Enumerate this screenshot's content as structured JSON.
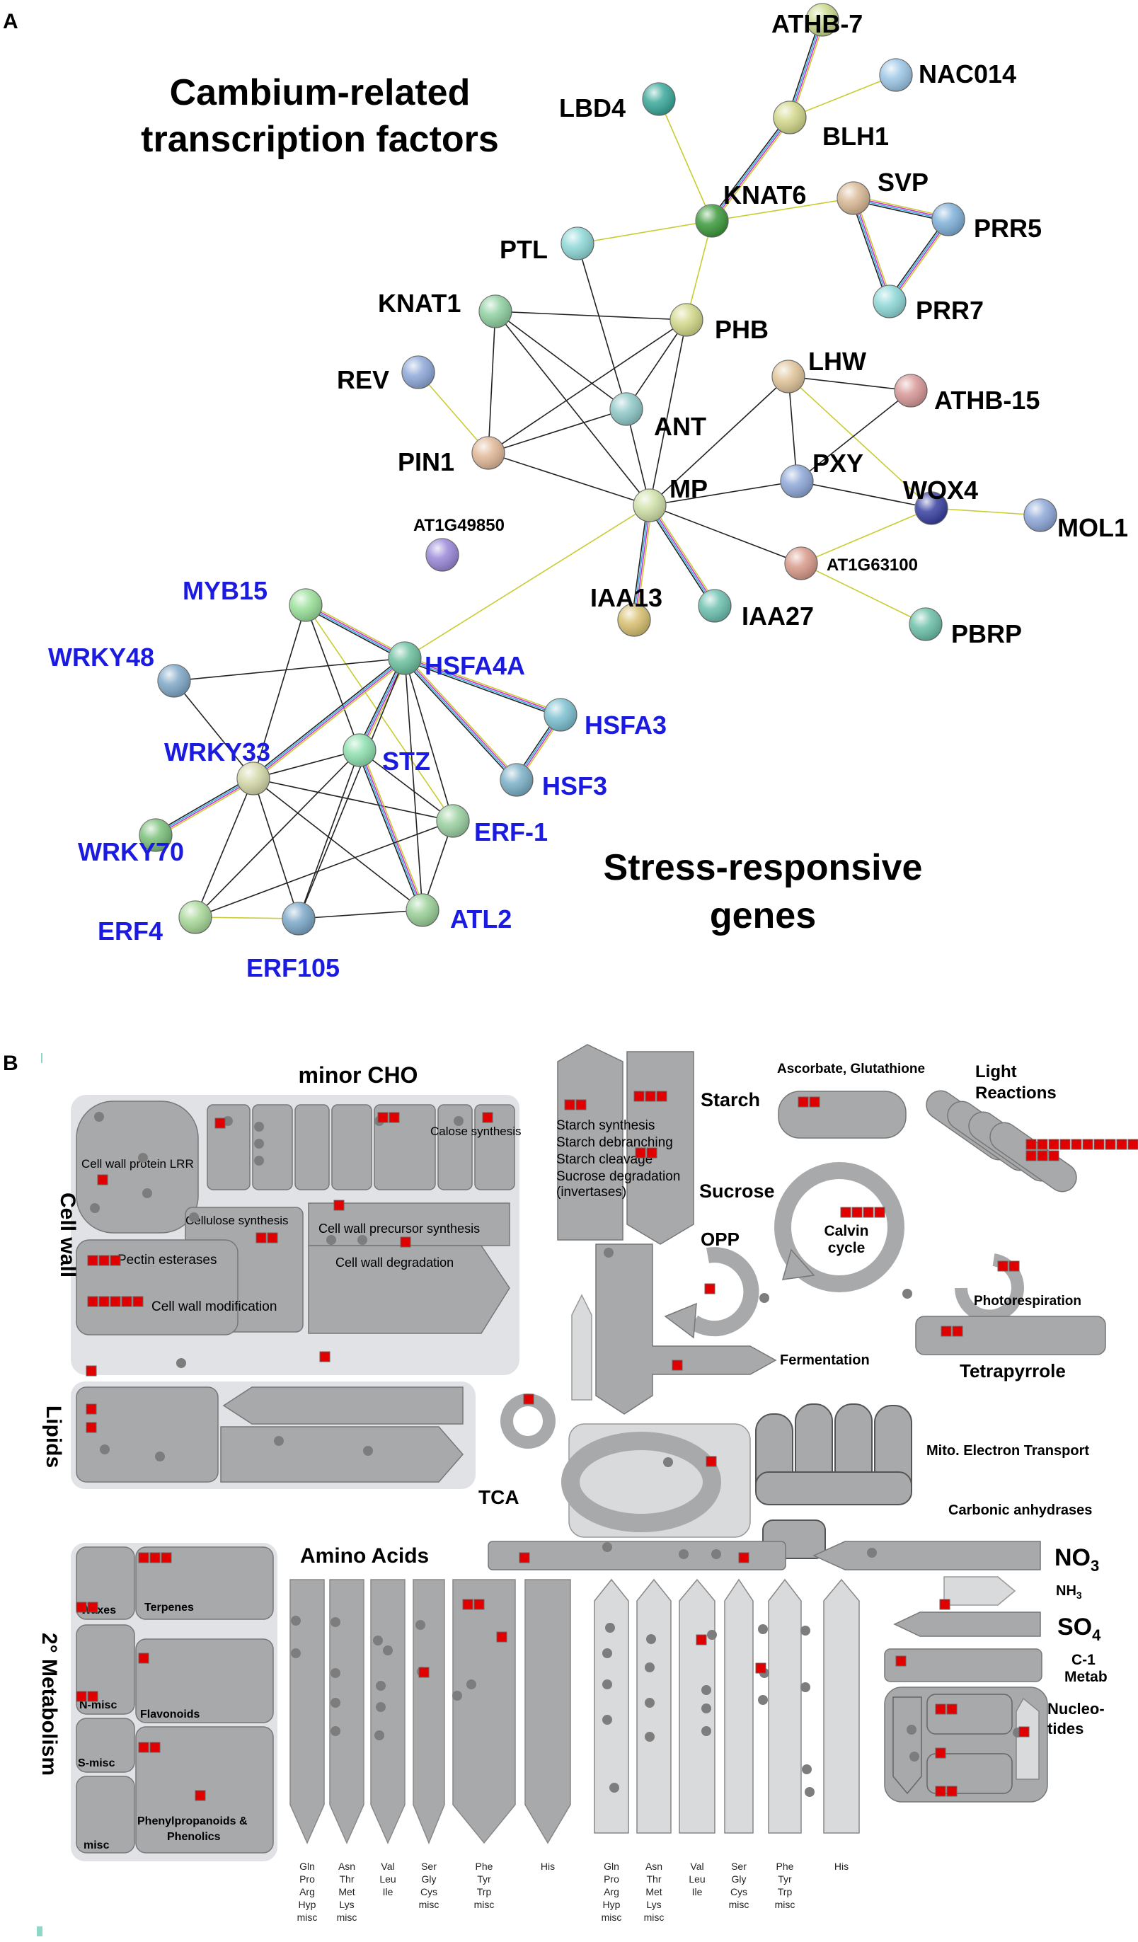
{
  "panel_a": {
    "label": "A",
    "group_titles": {
      "cambium": [
        "Cambium-related",
        "transcription factors"
      ],
      "stress": [
        "Stress-responsive",
        "genes"
      ]
    },
    "nodes": [
      {
        "id": "ATHB-7",
        "label": "ATHB-7",
        "color": "#c8d88a"
      },
      {
        "id": "NAC014",
        "label": "NAC014",
        "color": "#9cc6e6"
      },
      {
        "id": "LBD4",
        "label": "LBD4",
        "color": "#3aa89a"
      },
      {
        "id": "BLH1",
        "label": "BLH1",
        "color": "#d2d78a"
      },
      {
        "id": "KNAT6",
        "label": "KNAT6",
        "color": "#3c9a3c"
      },
      {
        "id": "SVP",
        "label": "SVP",
        "color": "#d8b894"
      },
      {
        "id": "PRR5",
        "label": "PRR5",
        "color": "#7fb0d8"
      },
      {
        "id": "PTL",
        "label": "PTL",
        "color": "#8fd8d8"
      },
      {
        "id": "KNAT1",
        "label": "KNAT1",
        "color": "#8fd0a0"
      },
      {
        "id": "PHB",
        "label": "PHB",
        "color": "#d2d88a"
      },
      {
        "id": "PRR7",
        "label": "PRR7",
        "color": "#8fd8d8"
      },
      {
        "id": "REV",
        "label": "REV",
        "color": "#8ea8d8"
      },
      {
        "id": "LHW",
        "label": "LHW",
        "color": "#e0c49a"
      },
      {
        "id": "ATHB-15",
        "label": "ATHB-15",
        "color": "#d89898"
      },
      {
        "id": "ANT",
        "label": "ANT",
        "color": "#8fc8c8"
      },
      {
        "id": "PIN1",
        "label": "PIN1",
        "color": "#e0b898"
      },
      {
        "id": "MP",
        "label": "MP",
        "color": "#cfe0a8"
      },
      {
        "id": "PXY",
        "label": "PXY",
        "color": "#8ea8d8"
      },
      {
        "id": "WOX4",
        "label": "WOX4",
        "color": "#3840a0"
      },
      {
        "id": "MOL1",
        "label": "MOL1",
        "color": "#8ea8d8"
      },
      {
        "id": "AT1G49850",
        "label": "AT1G49850",
        "color": "#9a88d8"
      },
      {
        "id": "AT1G63100",
        "label": "AT1G63100",
        "color": "#d89a8a"
      },
      {
        "id": "IAA13",
        "label": "IAA13",
        "color": "#d8c070"
      },
      {
        "id": "IAA27",
        "label": "IAA27",
        "color": "#6cc0b0"
      },
      {
        "id": "PBRP",
        "label": "PBRP",
        "color": "#6cc0a8"
      },
      {
        "id": "MYB15",
        "label": "MYB15",
        "color": "#9ae09a"
      },
      {
        "id": "HSFA4A",
        "label": "HSFA4A",
        "color": "#6cc0a0"
      },
      {
        "id": "WRKY48",
        "label": "WRKY48",
        "color": "#7fa8c8"
      },
      {
        "id": "HSFA3",
        "label": "HSFA3",
        "color": "#7cc0d0"
      },
      {
        "id": "WRKY33",
        "label": "WRKY33",
        "color": "#d4d8a8"
      },
      {
        "id": "STZ",
        "label": "STZ",
        "color": "#8ee0b0"
      },
      {
        "id": "HSF3",
        "label": "HSF3",
        "color": "#7cb0c8"
      },
      {
        "id": "WRKY70",
        "label": "WRKY70",
        "color": "#7ac07a"
      },
      {
        "id": "ERF-1",
        "label": "ERF-1",
        "color": "#9ad0a0"
      },
      {
        "id": "ERF4",
        "label": "ERF4",
        "color": "#a8d898"
      },
      {
        "id": "ERF105",
        "label": "ERF105",
        "color": "#7ca8c8"
      },
      {
        "id": "ATL2",
        "label": "ATL2",
        "color": "#9ad098"
      }
    ],
    "edges": [
      [
        "ATHB-7",
        "BLH1",
        "multi"
      ],
      [
        "BLH1",
        "NAC014",
        "y"
      ],
      [
        "BLH1",
        "KNAT6",
        "multi"
      ],
      [
        "LBD4",
        "KNAT6",
        "y"
      ],
      [
        "KNAT6",
        "SVP",
        "y"
      ],
      [
        "KNAT6",
        "PTL",
        "y"
      ],
      [
        "KNAT6",
        "PHB",
        "y"
      ],
      [
        "SVP",
        "PRR5",
        "multi"
      ],
      [
        "SVP",
        "PRR7",
        "multi"
      ],
      [
        "PRR5",
        "PRR7",
        "multi"
      ],
      [
        "KNAT1",
        "PHB",
        "k"
      ],
      [
        "KNAT1",
        "PIN1",
        "k"
      ],
      [
        "KNAT1",
        "ANT",
        "k"
      ],
      [
        "KNAT1",
        "MP",
        "k"
      ],
      [
        "PTL",
        "ANT",
        "k"
      ],
      [
        "PHB",
        "ANT",
        "k"
      ],
      [
        "PHB",
        "PIN1",
        "k"
      ],
      [
        "PHB",
        "MP",
        "k"
      ],
      [
        "REV",
        "PIN1",
        "y"
      ],
      [
        "PIN1",
        "ANT",
        "k"
      ],
      [
        "PIN1",
        "MP",
        "k"
      ],
      [
        "ANT",
        "MP",
        "k"
      ],
      [
        "LHW",
        "MP",
        "k"
      ],
      [
        "LHW",
        "PXY",
        "k"
      ],
      [
        "LHW",
        "ATHB-15",
        "k"
      ],
      [
        "LHW",
        "WOX4",
        "y"
      ],
      [
        "ATHB-15",
        "PXY",
        "k"
      ],
      [
        "PXY",
        "MP",
        "k"
      ],
      [
        "PXY",
        "WOX4",
        "k"
      ],
      [
        "WOX4",
        "MOL1",
        "y"
      ],
      [
        "MP",
        "AT1G63100",
        "k"
      ],
      [
        "MP",
        "IAA13",
        "multi"
      ],
      [
        "MP",
        "IAA27",
        "multi"
      ],
      [
        "AT1G63100",
        "PBRP",
        "y"
      ],
      [
        "MP",
        "HSFA4A",
        "y"
      ],
      [
        "AT1G63100",
        "WOX4",
        "y"
      ],
      [
        "MYB15",
        "WRKY33",
        "k"
      ],
      [
        "MYB15",
        "STZ",
        "k"
      ],
      [
        "MYB15",
        "HSFA4A",
        "multi"
      ],
      [
        "MYB15",
        "ERF-1",
        "y"
      ],
      [
        "WRKY48",
        "WRKY33",
        "k"
      ],
      [
        "WRKY48",
        "HSFA4A",
        "k"
      ],
      [
        "HSFA4A",
        "WRKY33",
        "multi"
      ],
      [
        "HSFA4A",
        "STZ",
        "multi"
      ],
      [
        "HSFA4A",
        "HSFA3",
        "multi"
      ],
      [
        "HSFA4A",
        "HSF3",
        "multi"
      ],
      [
        "HSFA4A",
        "ERF-1",
        "k"
      ],
      [
        "HSFA4A",
        "ATL2",
        "k"
      ],
      [
        "HSFA4A",
        "ERF105",
        "k"
      ],
      [
        "HSFA3",
        "HSF3",
        "multi"
      ],
      [
        "WRKY33",
        "STZ",
        "k"
      ],
      [
        "WRKY33",
        "WRKY70",
        "multi"
      ],
      [
        "WRKY33",
        "ERF-1",
        "k"
      ],
      [
        "WRKY33",
        "ERF4",
        "k"
      ],
      [
        "WRKY33",
        "ERF105",
        "k"
      ],
      [
        "WRKY33",
        "ATL2",
        "k"
      ],
      [
        "STZ",
        "ERF-1",
        "k"
      ],
      [
        "STZ",
        "ERF4",
        "k"
      ],
      [
        "STZ",
        "ATL2",
        "multi"
      ],
      [
        "STZ",
        "ERF105",
        "k"
      ],
      [
        "ERF-1",
        "ATL2",
        "k"
      ],
      [
        "ERF-1",
        "ERF4",
        "k"
      ],
      [
        "ERF4",
        "ERF105",
        "y"
      ],
      [
        "ATL2",
        "ERF105",
        "k"
      ]
    ]
  },
  "panel_b": {
    "label": "B",
    "sections": {
      "cell_wall": "Cell wall",
      "lipids": "Lipids",
      "secondary_metabolism": "2° Metabolism",
      "minor_cho": "minor CHO",
      "amino_acids": "Amino Acids",
      "starch": "Starch",
      "sucrose": "Sucrose",
      "opp": "OPP",
      "fermentation": "Fermentation",
      "tca": "TCA",
      "ascorbate": "Ascorbate, Glutathione",
      "light_reactions": [
        "Light",
        "Reactions"
      ],
      "calvin": [
        "Calvin",
        "cycle"
      ],
      "photorespiration": "Photorespiration",
      "tetrapyrrole": "Tetrapyrrole",
      "mito": "Mito. Electron Transport",
      "carbonic": "Carbonic anhydrases",
      "no3": "NO",
      "no3_sub": "3",
      "nh3": "NH",
      "nh3_sub": "3",
      "so4": "SO",
      "so4_sub": "4",
      "c1": [
        "C-1",
        "Metab"
      ],
      "nucleotides": [
        "Nucleo-",
        "tides"
      ]
    },
    "labels": {
      "cell_wall_protein": "Cell wall protein LRR",
      "calose": "Calose synthesis",
      "cellulose": "Cellulose synthesis",
      "cw_precursor": "Cell wall  precursor synthesis",
      "pectin": "Pectin esterases",
      "cw_degradation": "Cell wall  degradation",
      "cw_modification": "Cell wall modification",
      "starch_lines": [
        "Starch synthesis",
        "Starch debranching",
        "Starch cleavage",
        "Sucrose degradation",
        "(invertases)"
      ],
      "waxes": "Waxes",
      "terpenes": "Terpenes",
      "n_misc": "N-misc",
      "flavonoids": "Flavonoids",
      "s_misc": "S-misc",
      "phenyl": [
        "Phenylpropanoids &",
        "Phenolics"
      ],
      "misc": "misc"
    },
    "aa_columns": [
      [
        "Gln",
        "Pro",
        "Arg",
        "Hyp",
        "misc"
      ],
      [
        "Asn",
        "Thr",
        "Met",
        "Lys",
        "misc"
      ],
      [
        "Val",
        "Leu",
        "Ile"
      ],
      [
        "Ser",
        "Gly",
        "Cys",
        "misc"
      ],
      [
        "Phe",
        "Tyr",
        "Trp",
        "misc"
      ],
      [
        "His"
      ],
      [
        "Gln",
        "Pro",
        "Arg",
        "Hyp",
        "misc"
      ],
      [
        "Asn",
        "Thr",
        "Met",
        "Lys",
        "misc"
      ],
      [
        "Val",
        "Leu",
        "Ile"
      ],
      [
        "Ser",
        "Gly",
        "Cys",
        "misc"
      ],
      [
        "Phe",
        "Tyr",
        "Trp",
        "misc"
      ],
      [
        "His"
      ]
    ],
    "colors": {
      "block": "#a8a9ab",
      "light_block": "#d9dadc",
      "panel_bg": "#e1e2e6",
      "marker": "#e00000",
      "dot": "#7d7d7d"
    }
  }
}
